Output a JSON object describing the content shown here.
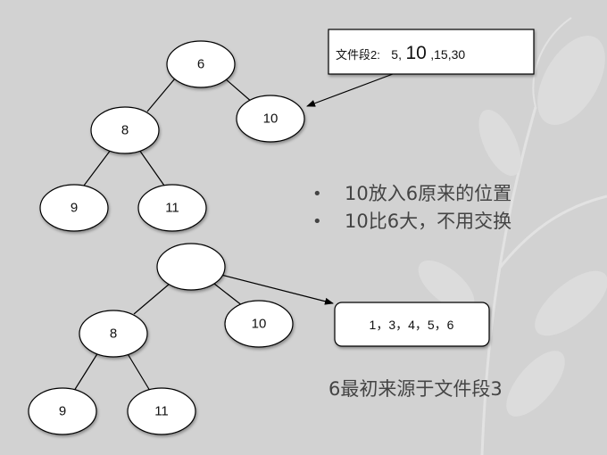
{
  "top_tree": {
    "root": "6",
    "left": "8",
    "right": "10",
    "left_left": "9",
    "left_right": "11"
  },
  "segment_box": {
    "label": "文件段2:",
    "values_before": "5,",
    "highlight": "10",
    "values_after": ",15,30"
  },
  "bullets": [
    "10放入6原来的位置",
    "10比6大，不用交换"
  ],
  "bottom_tree": {
    "root": "",
    "left": "8",
    "right": "10",
    "left_left": "9",
    "left_right": "11"
  },
  "output_box": {
    "text": "1，3，4，5，6"
  },
  "note": "6最初来源于文件段3",
  "colors": {
    "background": "#d2d2d2",
    "node_fill": "#ffffff",
    "stroke": "#000000",
    "text": "#444444"
  }
}
